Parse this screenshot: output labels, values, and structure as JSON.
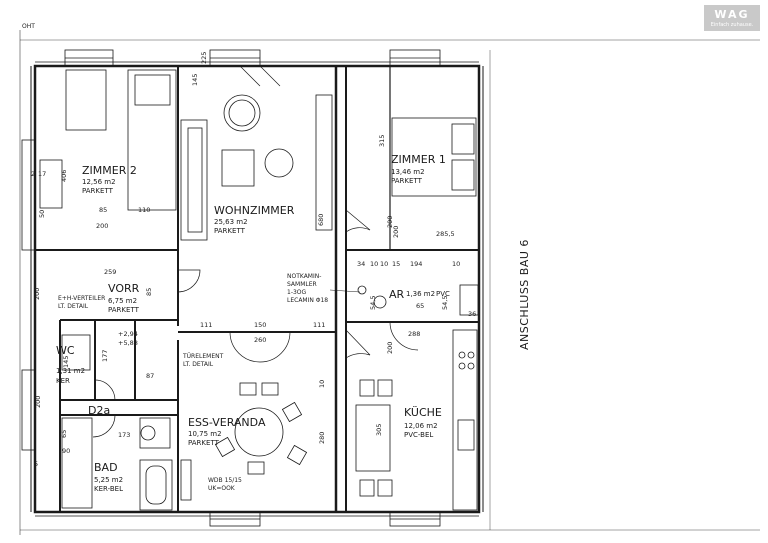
{
  "corner_mark": "OHT",
  "logo": {
    "mark": "WAG",
    "tagline": "Einfach zuhause."
  },
  "side_label": "ANSCHLUSS BAU 6",
  "rooms": [
    {
      "key": "zimmer2",
      "name": "ZIMMER 2",
      "area": "12,56 m2",
      "floor": "PARKETT"
    },
    {
      "key": "wohnzimmer",
      "name": "WOHNZIMMER",
      "area": "25,63 m2",
      "floor": "PARKETT"
    },
    {
      "key": "zimmer1",
      "name": "ZIMMER 1",
      "area": "13,46 m2",
      "floor": "PARKETT"
    },
    {
      "key": "vorr",
      "name": "VORR",
      "area": "6,75 m2",
      "floor": "PARKETT"
    },
    {
      "key": "ar",
      "name": "AR",
      "area": "1,36 m2",
      "floor": "PVC"
    },
    {
      "key": "wc",
      "name": "WC",
      "area": "1,31 m2",
      "floor": "KER"
    },
    {
      "key": "d2a",
      "name": "D2a",
      "area": "",
      "floor": ""
    },
    {
      "key": "essveranda",
      "name": "ESS-VERANDA",
      "area": "10,75 m2",
      "floor": "PARKETT"
    },
    {
      "key": "kueche",
      "name": "KÜCHE",
      "area": "12,06 m2",
      "floor": "PVC-BEL"
    },
    {
      "key": "bad",
      "name": "BAD",
      "area": "5,25 m2",
      "floor": "KER-BEL"
    }
  ],
  "notes": {
    "eh_verteiler": "E+H-VERTEILER",
    "eh_detail": "LT. DETAIL",
    "tuerelement": "TÜRELEMENT",
    "tuer_detail": "LT. DETAIL",
    "notkamin_1": "NOTKAMIN-",
    "notkamin_2": "SAMMLER",
    "notkamin_3": "1-3OG",
    "notkamin_4": "LECAMIN Φ18",
    "wdb_1": "WDB 15/15",
    "wdb_2": "UK=OOK"
  },
  "dimensions": [
    {
      "key": "d406",
      "t": "406"
    },
    {
      "key": "d85a",
      "t": "85"
    },
    {
      "key": "d110",
      "t": "110"
    },
    {
      "key": "d200a",
      "t": "200"
    },
    {
      "key": "d2",
      "t": "2"
    },
    {
      "key": "d17",
      "t": "17"
    },
    {
      "key": "d50",
      "t": "50"
    },
    {
      "key": "d145",
      "t": "145"
    },
    {
      "key": "d225",
      "t": "225"
    },
    {
      "key": "d680",
      "t": "680"
    },
    {
      "key": "d315",
      "t": "315"
    },
    {
      "key": "d200b",
      "t": "200"
    },
    {
      "key": "d2855",
      "t": "285,5"
    },
    {
      "key": "d259",
      "t": "259"
    },
    {
      "key": "d34",
      "t": "34"
    },
    {
      "key": "d10a",
      "t": "10"
    },
    {
      "key": "d10b",
      "t": "10"
    },
    {
      "key": "d194",
      "t": "194"
    },
    {
      "key": "d10c",
      "t": "10"
    },
    {
      "key": "d15",
      "t": "15"
    },
    {
      "key": "d200c",
      "t": "200"
    },
    {
      "key": "d85b",
      "t": "85"
    },
    {
      "key": "d545a",
      "t": "54,5"
    },
    {
      "key": "d65",
      "t": "65"
    },
    {
      "key": "d545b",
      "t": "54,5"
    },
    {
      "key": "d36",
      "t": "36"
    },
    {
      "key": "d288",
      "t": "288"
    },
    {
      "key": "d200d",
      "t": "200"
    },
    {
      "key": "d111a",
      "t": "111"
    },
    {
      "key": "d150",
      "t": "150"
    },
    {
      "key": "d111b",
      "t": "111"
    },
    {
      "key": "d260",
      "t": "260"
    },
    {
      "key": "d294",
      "t": "+2,94"
    },
    {
      "key": "d588",
      "t": "+5,88"
    },
    {
      "key": "d145w",
      "t": "145"
    },
    {
      "key": "d177",
      "t": "177"
    },
    {
      "key": "d87",
      "t": "87"
    },
    {
      "key": "d200e",
      "t": "200"
    },
    {
      "key": "d10d",
      "t": "10"
    },
    {
      "key": "d173",
      "t": "173"
    },
    {
      "key": "d65b",
      "t": "65"
    },
    {
      "key": "d90",
      "t": "90"
    },
    {
      "key": "d5",
      "t": "5"
    },
    {
      "key": "d280",
      "t": "280"
    },
    {
      "key": "d305",
      "t": "305"
    },
    {
      "key": "d200f",
      "t": "200"
    }
  ]
}
